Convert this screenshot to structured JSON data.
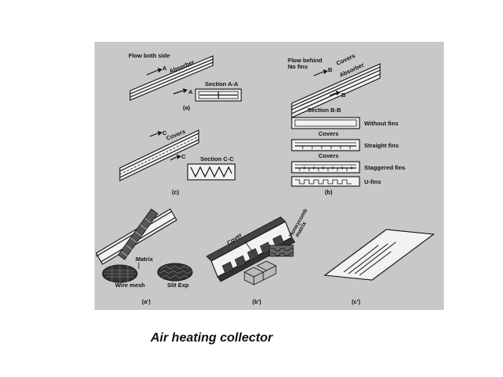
{
  "caption": "Air heating collector",
  "panel_a": {
    "title": "Flow both side",
    "absorber": "Absorber",
    "arrow_top": "A",
    "arrow_bottom": "A",
    "section": "Section A-A",
    "tag": "(a)"
  },
  "panel_b": {
    "title_line1": "Flow behind",
    "title_line2": "No fins",
    "covers": "Covers",
    "absorber": "Absorber",
    "flow": "Flow",
    "arrow_top": "B",
    "arrow_bottom": "B",
    "section": "Section  B-B",
    "without_fins": "Without fins",
    "covers_label_1": "Covers",
    "straight_fins": "Straight fins",
    "covers_label_2": "Covers",
    "staggered_fins": "Staggered fins",
    "u_fins": "U-fins",
    "tag": "(b)"
  },
  "panel_c": {
    "covers": "Covers",
    "arrow_top": "C",
    "arrow_bottom": "C",
    "section": "Section C-C",
    "tag": "(c)"
  },
  "panel_a2": {
    "matrix": "Matrix",
    "wire_mesh": "Wire mesh",
    "slit_exp": "Slit Exp",
    "tag": "(a')"
  },
  "panel_b2": {
    "cover": "Cover",
    "honeycomb_line1": "Honeycomb",
    "honeycomb_line2": "matrix",
    "tag": "(b')"
  },
  "panel_c2": {
    "tag": "(c')"
  }
}
